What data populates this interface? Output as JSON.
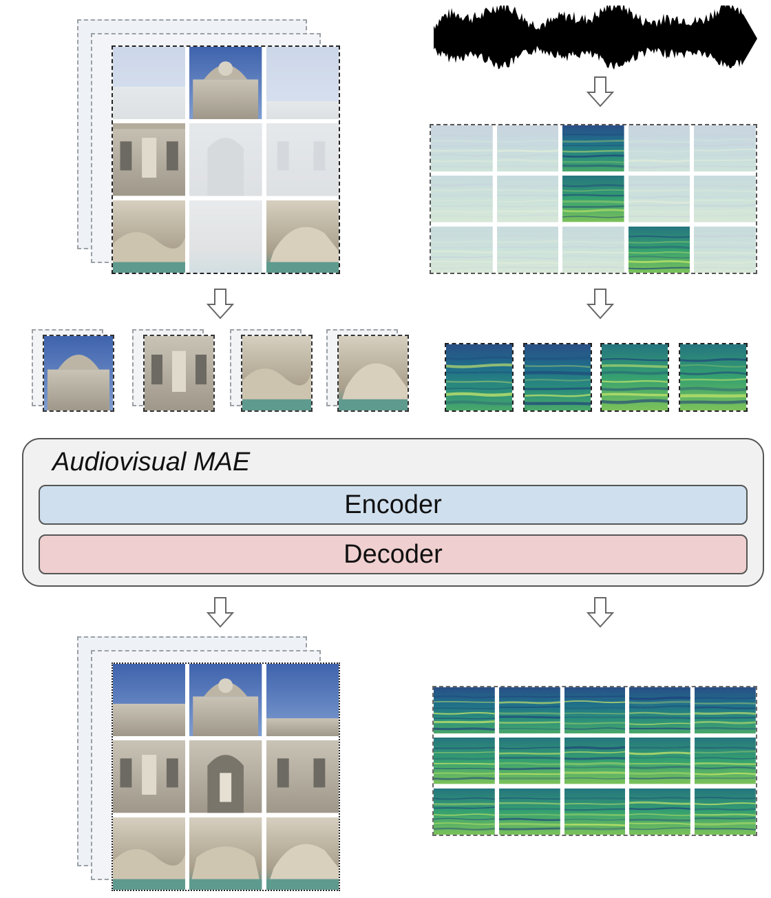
{
  "model": {
    "title": "Audiovisual MAE",
    "encoder_label": "Encoder",
    "decoder_label": "Decoder"
  },
  "colors": {
    "encoder": "#cfdfee",
    "decoder": "#efcfcf",
    "container": "#f1f1f1",
    "spectrogram_dark": "#2c3e78",
    "spectrogram_mid": "#2a8a7e",
    "spectrogram_light": "#c8e060",
    "sky": "#4a6fb8"
  },
  "visible_image_patches": [
    1,
    3,
    6,
    8
  ],
  "visible_audio_patches": [
    2,
    7,
    13
  ]
}
